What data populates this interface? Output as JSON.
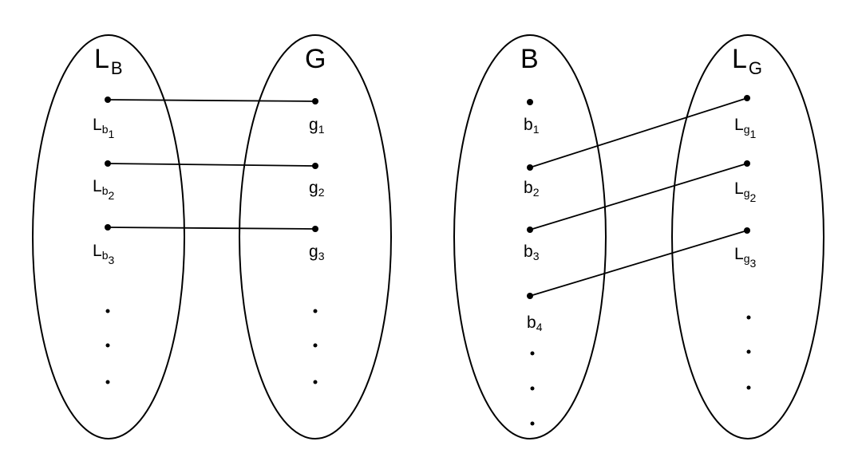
{
  "left_diagram": {
    "left_set": {
      "base": "L",
      "sub": "B"
    },
    "right_set": {
      "base": "G"
    },
    "left_nodes": [
      {
        "base": "L",
        "sub": "b",
        "subsub": "1"
      },
      {
        "base": "L",
        "sub": "b",
        "subsub": "2"
      },
      {
        "base": "L",
        "sub": "b",
        "subsub": "3"
      }
    ],
    "right_nodes": [
      {
        "base": "g",
        "sub": "1"
      },
      {
        "base": "g",
        "sub": "2"
      },
      {
        "base": "g",
        "sub": "3"
      }
    ],
    "edges": [
      [
        0,
        0
      ],
      [
        1,
        1
      ],
      [
        2,
        2
      ]
    ]
  },
  "right_diagram": {
    "left_set": {
      "base": "B"
    },
    "right_set": {
      "base": "L",
      "sub": "G"
    },
    "left_nodes": [
      {
        "base": "b",
        "sub": "1"
      },
      {
        "base": "b",
        "sub": "2"
      },
      {
        "base": "b",
        "sub": "3"
      },
      {
        "base": "b",
        "sub": "4"
      }
    ],
    "right_nodes": [
      {
        "base": "L",
        "sub": "g",
        "subsub": "1"
      },
      {
        "base": "L",
        "sub": "g",
        "subsub": "2"
      },
      {
        "base": "L",
        "sub": "g",
        "subsub": "3"
      }
    ],
    "edges": [
      [
        1,
        0
      ],
      [
        2,
        1
      ],
      [
        3,
        2
      ]
    ]
  }
}
